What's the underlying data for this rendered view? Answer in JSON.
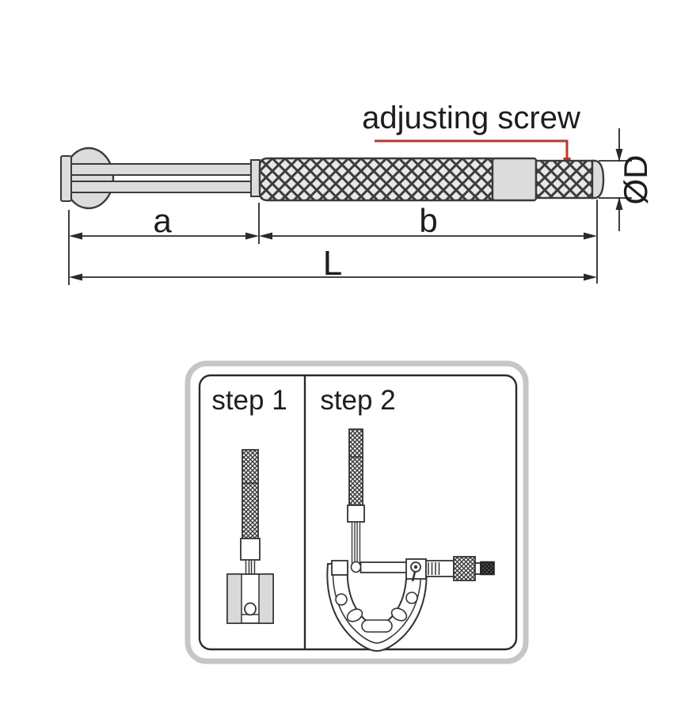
{
  "diagram": {
    "callout": {
      "label": "adjusting screw"
    },
    "dimensions": {
      "a": "a",
      "b": "b",
      "length": "L",
      "diameter": "ØD"
    },
    "colors": {
      "callout_red": "#b43a2e",
      "outline": "#3a3a3a",
      "metal_fill": "#dcdcdc"
    }
  },
  "steps_panel": {
    "steps": [
      {
        "label": "step 1"
      },
      {
        "label": "step 2"
      }
    ]
  }
}
